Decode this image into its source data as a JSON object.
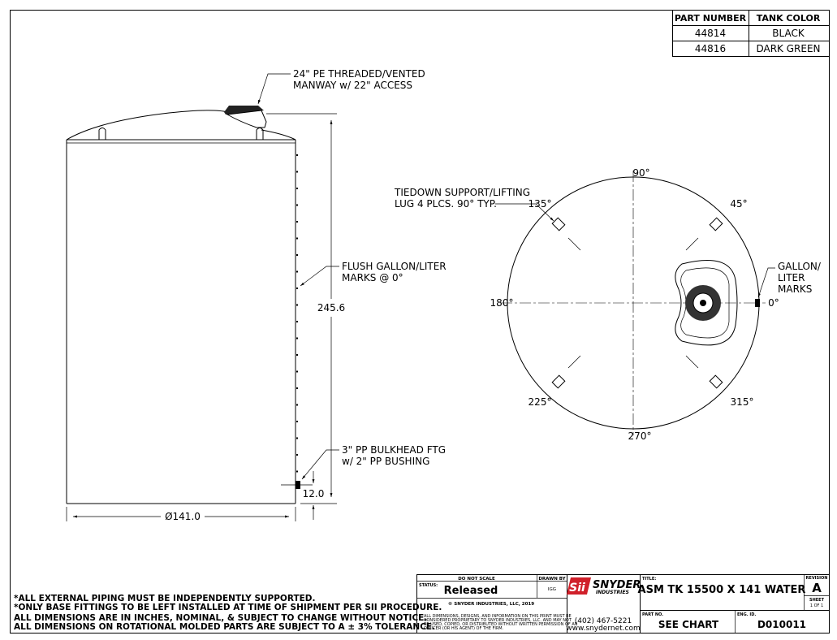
{
  "parts_table": {
    "headers": [
      "PART NUMBER",
      "TANK COLOR"
    ],
    "rows": [
      [
        "44814",
        "BLACK"
      ],
      [
        "44816",
        "DARK GREEN"
      ]
    ]
  },
  "side_view": {
    "manway_callout": [
      "24\" PE THREADED/VENTED",
      "MANWAY w/ 22\" ACCESS"
    ],
    "gallon_callout": [
      "FLUSH GALLON/LITER",
      "MARKS @ 0°"
    ],
    "bulkhead_callout": [
      "3\" PP BULKHEAD FTG",
      "w/ 2\" PP BUSHING"
    ],
    "height_dim": "245.6",
    "bulkhead_dim": "12.0",
    "diameter_dim": "Ø141.0"
  },
  "top_view": {
    "angles": {
      "a0": "0°",
      "a45": "45°",
      "a90": "90°",
      "a135": "135°",
      "a180": "180°",
      "a225": "225°",
      "a270": "270°",
      "a315": "315°"
    },
    "tiedown_callout": [
      "TIEDOWN SUPPORT/LIFTING",
      "LUG 4 PLCS. 90° TYP."
    ],
    "gallon_callout": [
      "GALLON/",
      "LITER",
      "MARKS"
    ]
  },
  "notes": [
    "*ALL EXTERNAL PIPING MUST BE INDEPENDENTLY SUPPORTED.",
    "*ONLY BASE FITTINGS TO BE LEFT INSTALLED AT TIME OF SHIPMENT PER SII PROCEDURE.",
    "ALL DIMENSIONS ARE IN INCHES, NOMINAL, & SUBJECT TO CHANGE WITHOUT NOTICE.",
    "ALL DIMENSIONS ON ROTATIONAL MOLDED PARTS ARE SUBJECT TO A ± 3% TOLERANCE."
  ],
  "title_block": {
    "do_not_scale": "DO NOT SCALE",
    "drawn_by_label": "DRAWN BY",
    "drawn_by": "IGG",
    "status_label": "STATUS:",
    "status": "Released",
    "copyright": "© SNYDER INDUSTRIES, LLC, 2019",
    "proprietary": [
      "ALL DIMENSIONS, DESIGNS, AND INFORMATION ON THIS PRINT MUST BE",
      "CONSIDERED PROPRIETARY TO SNYDER INDUSTRIES, LLC. AND MAY NOT",
      "BE USED, COPIED, OR DISTRIBUTED WITHOUT WRITTEN PERMISSION OF AN",
      "OFFICER (OR HIS AGENT) OF THE FIRM."
    ],
    "logo_mark": "Sii",
    "logo_name": "SNYDER",
    "logo_sub": "INDUSTRIES",
    "phone": "(402) 467-5221",
    "website": "www.snydernet.com",
    "title_label": "TITLE:",
    "title": "ASM TK 15500 X 141 WATER",
    "revision_label": "REVISION",
    "revision": "A",
    "sheet_label": "SHEET",
    "sheet": "1 OF 1",
    "part_no_label": "PART NO.",
    "part_no": "SEE CHART",
    "eng_id_label": "ENG. ID.",
    "eng_id": "D010011"
  },
  "colors": {
    "logo_red": "#d0202a",
    "ink": "#000000"
  }
}
